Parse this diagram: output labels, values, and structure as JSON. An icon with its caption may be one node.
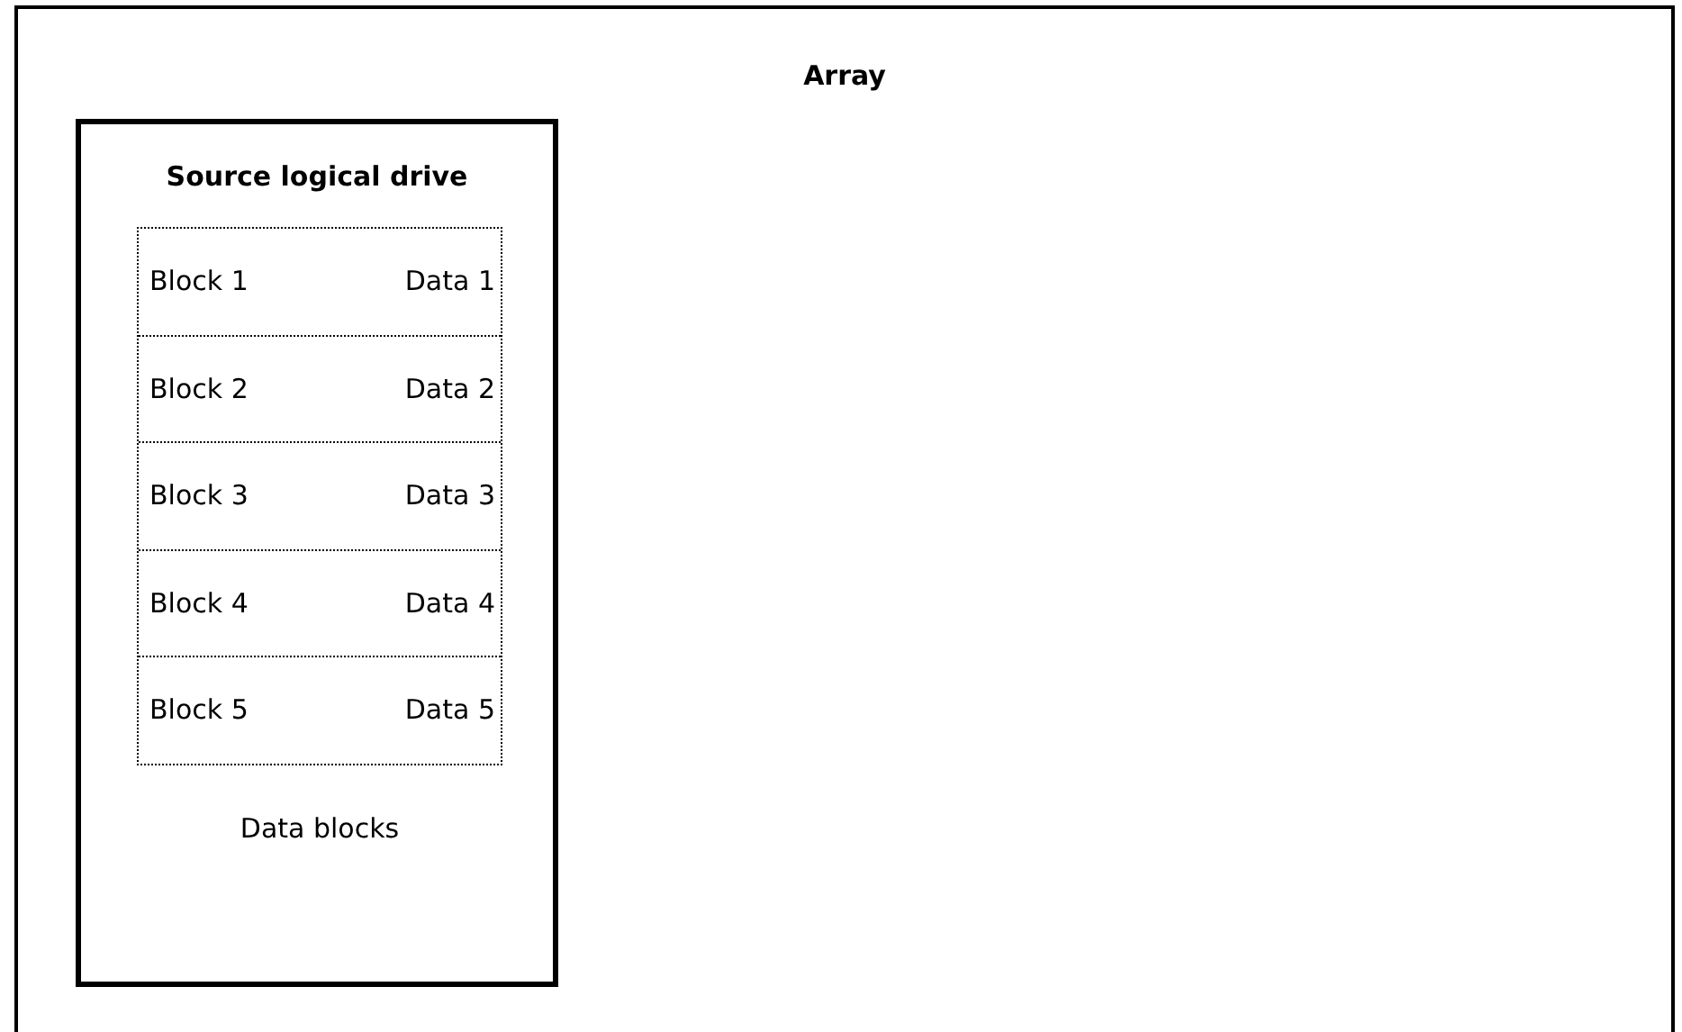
{
  "diagram": {
    "nodes": [
      {
        "text": [
          "Array"
        ]
      },
      {
        "text": [
          "Source logical drive"
        ],
        "in": 0
      },
      {
        "text": [],
        "shape": "box",
        "in": 1,
        "beside": [
          "Data blocks"
        ]
      },
      {
        "text": [
          "Block 1",
          "Data 1"
        ],
        "in": 2
      },
      {
        "text": [
          "Block 2",
          "Data 2"
        ],
        "in": 2
      },
      {
        "text": [
          "Block 3",
          "Data 3"
        ],
        "in": 2
      },
      {
        "text": [
          "Block 4",
          "Data 4"
        ],
        "in": 2
      },
      {
        "text": [
          "Block 5",
          "Data 5"
        ],
        "in": 2
      }
    ]
  }
}
